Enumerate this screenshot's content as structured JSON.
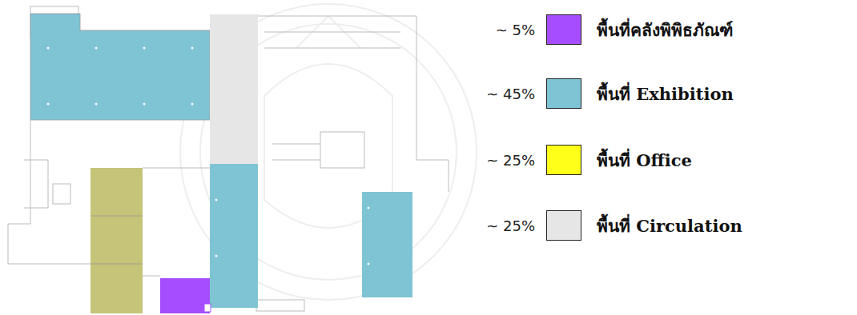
{
  "diagram": {
    "labels": [
      "~ 5%",
      "~ 45%",
      "~ 25%",
      "~ 25%"
    ],
    "legend": [
      {
        "text": "พื้นที่คลังพิพิธภัณฑ์",
        "color": "#a64dff"
      },
      {
        "text": "พื้นที่ Exhibition",
        "color": "#7fc4d4"
      },
      {
        "text": "พื้นที่ Office",
        "color": "#ffff1a"
      },
      {
        "text": "พื้นที่ Circulation",
        "color": "#e6e6e6"
      }
    ]
  }
}
